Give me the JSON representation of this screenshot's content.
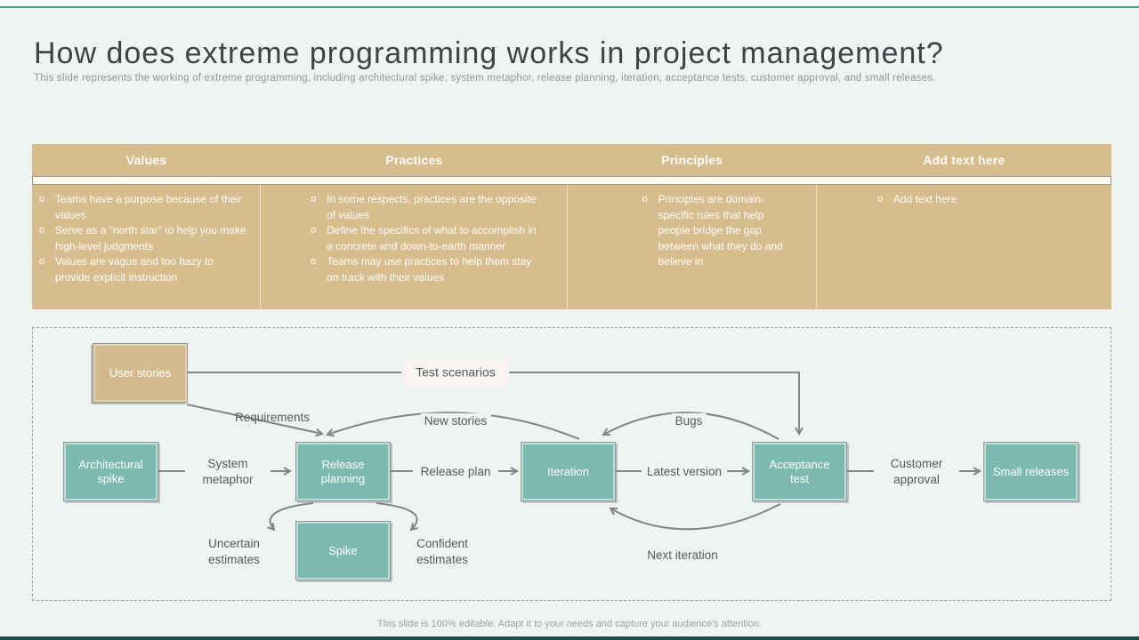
{
  "slide": {
    "title": "How does extreme programming works in project management?",
    "subtitle": "This slide represents the working of extreme programming, including architectural spike, system metaphor, release planning, iteration, acceptance tests, customer approval, and small releases.",
    "footer": "This slide is 100% editable. Adapt it to your needs and capture your audience's attention."
  },
  "colors": {
    "background": "#edf4f1",
    "tan": "#d7bd8e",
    "teal_box": "#7cbab0",
    "connector_gray": "#7e868a",
    "accent_teal_line": "#4a9a90",
    "bottom_bar": "#1f4f4a",
    "table_text": "#fdfdfa",
    "label_text": "#565b5f"
  },
  "table": {
    "columns": [
      {
        "header": "Values",
        "items": [
          "Teams have a purpose because of their values",
          "Serve as a \"north star\" to help you make high-level judgments",
          "Values are vague and too hazy to provide explicit instruction"
        ]
      },
      {
        "header": "Practices",
        "items": [
          "In some respects, practices are the opposite of values",
          "Define the specifics of what to accomplish in a concrete and down-to-earth manner",
          "Teams may use practices to help them stay on track with their values"
        ]
      },
      {
        "header": "Principles",
        "items": [
          "Principles are domain-specific rules that help people bridge the gap between what they do and believe in"
        ]
      },
      {
        "header": "Add text here",
        "items": [
          "Add text here"
        ]
      }
    ],
    "bullet_glyph": "o"
  },
  "diagram": {
    "boxes": {
      "user_stories": "User stories",
      "architectural_spike": "Architectural spike",
      "release_planning": "Release planning",
      "iteration": "Iteration",
      "acceptance_test": "Acceptance test",
      "small_releases": "Small releases",
      "spike": "Spike"
    },
    "labels": {
      "test_scenarios": "Test scenarios",
      "requirements": "Requirements",
      "new_stories": "New stories",
      "bugs": "Bugs",
      "system_metaphor": "System metaphor",
      "release_plan": "Release plan",
      "latest_version": "Latest version",
      "customer_approval": "Customer approval",
      "next_iteration": "Next iteration",
      "uncertain_estimates": "Uncertain estimates",
      "confident_estimates": "Confident estimates"
    }
  }
}
